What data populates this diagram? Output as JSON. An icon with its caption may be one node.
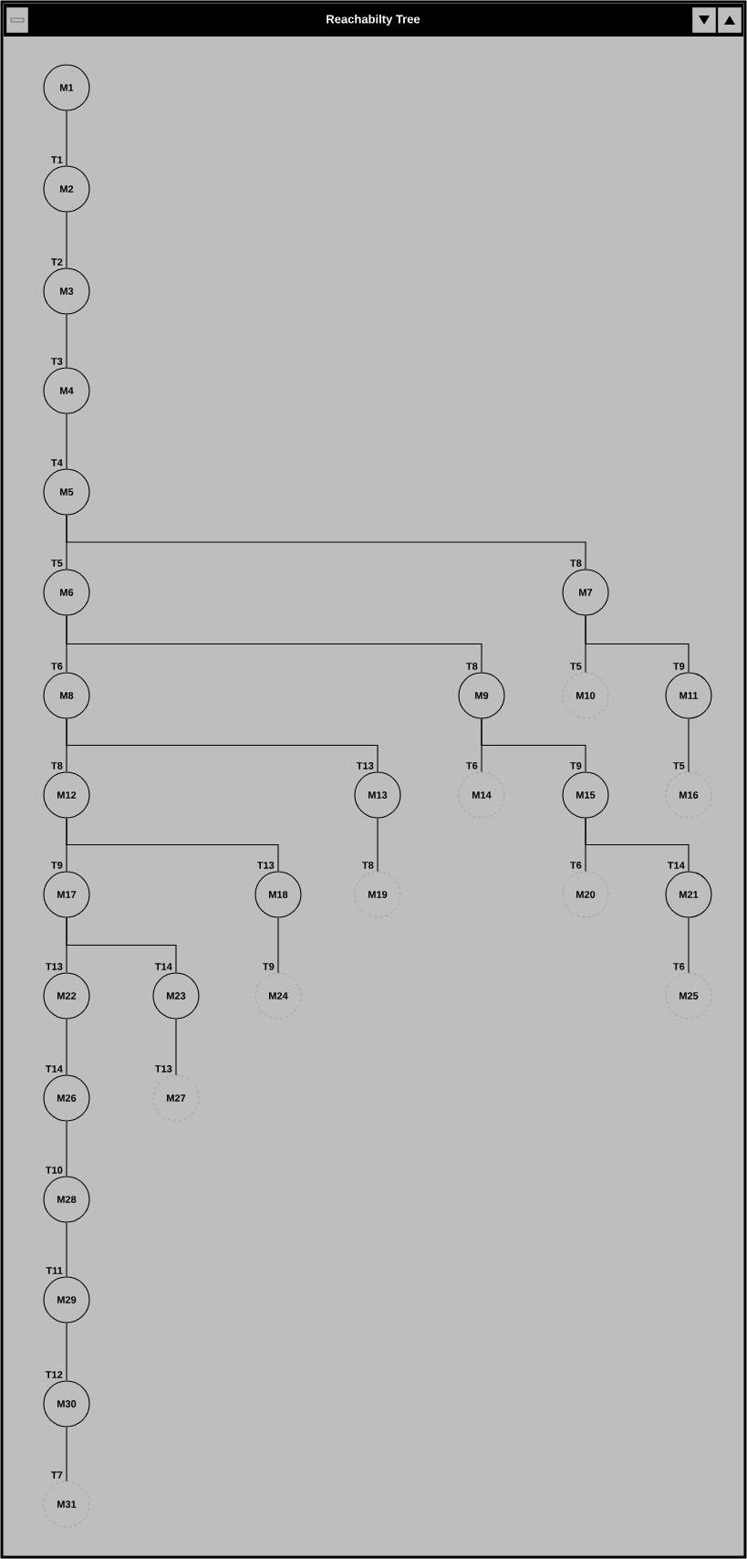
{
  "diagram": {
    "title": "Reachabilty Tree",
    "nodes": [
      {
        "text": [
          "M1"
        ]
      },
      {
        "text": [
          "M2"
        ]
      },
      {
        "text": [
          "M3"
        ]
      },
      {
        "text": [
          "M4"
        ]
      },
      {
        "text": [
          "M5"
        ]
      },
      {
        "text": [
          "M6"
        ]
      },
      {
        "text": [
          "M7"
        ]
      },
      {
        "text": [
          "M8"
        ]
      },
      {
        "text": [
          "M9"
        ]
      },
      {
        "text": [
          "M10"
        ]
      },
      {
        "text": [
          "M11"
        ]
      },
      {
        "text": [
          "M12"
        ]
      },
      {
        "text": [
          "M13"
        ]
      },
      {
        "text": [
          "M14"
        ]
      },
      {
        "text": [
          "M15"
        ]
      },
      {
        "text": [
          "M16"
        ]
      },
      {
        "text": [
          "M17"
        ]
      },
      {
        "text": [
          "M18"
        ]
      },
      {
        "text": [
          "M19"
        ]
      },
      {
        "text": [
          "M20"
        ]
      },
      {
        "text": [
          "M21"
        ]
      },
      {
        "text": [
          "M22"
        ]
      },
      {
        "text": [
          "M23"
        ]
      },
      {
        "text": [
          "M24"
        ]
      },
      {
        "text": [
          "M25"
        ]
      },
      {
        "text": [
          "M26"
        ]
      },
      {
        "text": [
          "M27"
        ]
      },
      {
        "text": [
          "M28"
        ]
      },
      {
        "text": [
          "M29"
        ]
      },
      {
        "text": [
          "M30"
        ]
      },
      {
        "text": [
          "M31"
        ]
      }
    ],
    "edges": [
      {
        "from": 0,
        "to": 1,
        "arrow": "none",
        "label": "T1"
      },
      {
        "from": 1,
        "to": 2,
        "arrow": "none",
        "label": "T2"
      },
      {
        "from": 2,
        "to": 3,
        "arrow": "none",
        "label": "T3"
      },
      {
        "from": 3,
        "to": 4,
        "arrow": "none",
        "label": "T4"
      },
      {
        "from": 4,
        "to": 5,
        "arrow": "none",
        "label": "T5"
      },
      {
        "from": 4,
        "to": 6,
        "arrow": "none",
        "label": "T8"
      },
      {
        "from": 5,
        "to": 7,
        "arrow": "none",
        "label": "T6"
      },
      {
        "from": 5,
        "to": 8,
        "arrow": "none",
        "label": "T8"
      },
      {
        "from": 6,
        "to": 9,
        "arrow": "none",
        "label": "T5"
      },
      {
        "from": 6,
        "to": 10,
        "arrow": "none",
        "label": "T9"
      },
      {
        "from": 7,
        "to": 11,
        "arrow": "none",
        "label": "T8"
      },
      {
        "from": 7,
        "to": 12,
        "arrow": "none",
        "label": "T13"
      },
      {
        "from": 8,
        "to": 13,
        "arrow": "none",
        "label": "T6"
      },
      {
        "from": 8,
        "to": 14,
        "arrow": "none",
        "label": "T9"
      },
      {
        "from": 10,
        "to": 15,
        "arrow": "none",
        "label": "T5"
      },
      {
        "from": 11,
        "to": 16,
        "arrow": "none",
        "label": "T9"
      },
      {
        "from": 11,
        "to": 17,
        "arrow": "none",
        "label": "T13"
      },
      {
        "from": 12,
        "to": 18,
        "arrow": "none",
        "label": "T8"
      },
      {
        "from": 14,
        "to": 19,
        "arrow": "none",
        "label": "T6"
      },
      {
        "from": 14,
        "to": 20,
        "arrow": "none",
        "label": "T14"
      },
      {
        "from": 16,
        "to": 21,
        "arrow": "none",
        "label": "T13"
      },
      {
        "from": 16,
        "to": 22,
        "arrow": "none",
        "label": "T14"
      },
      {
        "from": 17,
        "to": 23,
        "arrow": "none",
        "label": "T9"
      },
      {
        "from": 20,
        "to": 24,
        "arrow": "none",
        "label": "T6"
      },
      {
        "from": 21,
        "to": 25,
        "arrow": "none",
        "label": "T14"
      },
      {
        "from": 22,
        "to": 26,
        "arrow": "none",
        "label": "T13"
      },
      {
        "from": 25,
        "to": 27,
        "arrow": "none",
        "label": "T10"
      },
      {
        "from": 27,
        "to": 28,
        "arrow": "none",
        "label": "T11"
      },
      {
        "from": 28,
        "to": 29,
        "arrow": "none",
        "label": "T12"
      },
      {
        "from": 29,
        "to": 30,
        "arrow": "none",
        "label": "T7"
      }
    ]
  }
}
